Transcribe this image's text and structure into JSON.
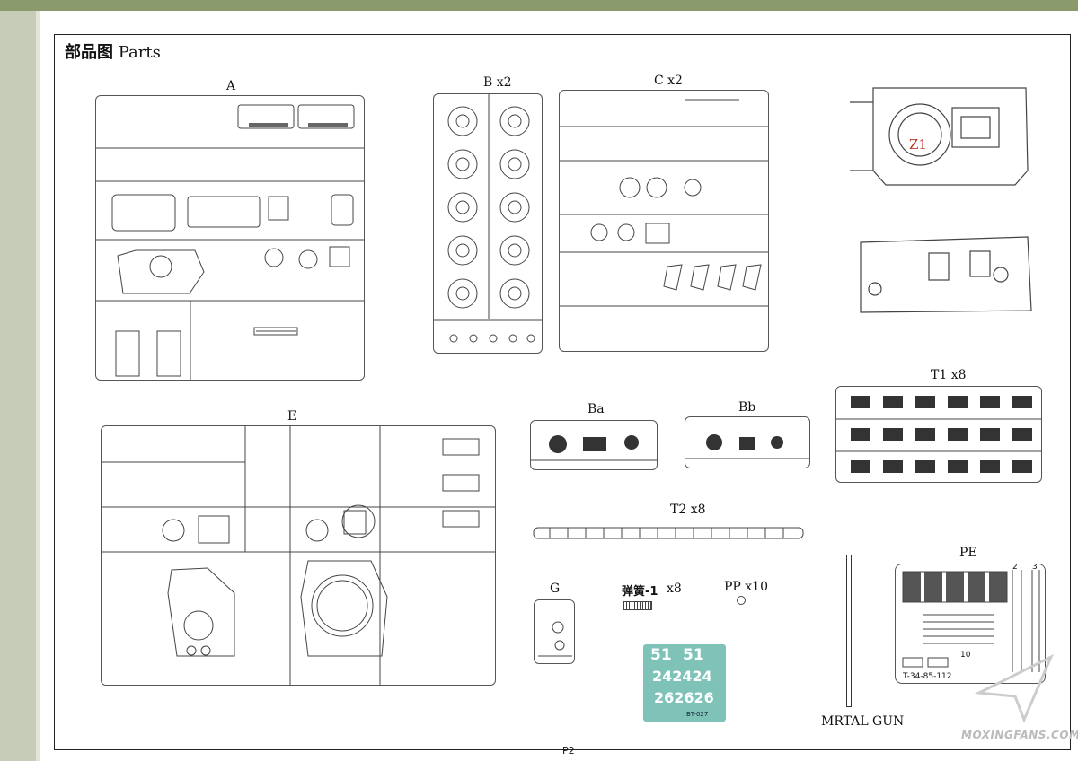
{
  "header": {
    "title_cn": "部品图",
    "title_en": "Parts"
  },
  "sprue_labels": {
    "A": "A",
    "B": "B x2",
    "C": "C x2",
    "E": "E",
    "Ba": "Ba",
    "Bb": "Bb",
    "T1": "T1 x8",
    "T2": "T2 x8",
    "G": "G",
    "spring_cn": "弹簧-1",
    "spring_qty": "x8",
    "PP": "PP x10",
    "PE": "PE",
    "metal_gun": "MRTAL GUN"
  },
  "hull_markings": {
    "z1": "Z1"
  },
  "pe_sheet": {
    "code": "T-34-85-112",
    "num_2": "2",
    "num_3": "3",
    "num_10": "10"
  },
  "decal_sheet": {
    "row1": "51",
    "row2": "242424",
    "row3": "262626",
    "code": "BT-027"
  },
  "footer": {
    "page": "P2",
    "watermark": "MOXINGFANS.COM"
  },
  "colors": {
    "sidebar": "#c7ccb8",
    "topbar": "#8b9a6c",
    "decal_bg": "#7fc3b8",
    "z1_red": "#c0392b"
  }
}
